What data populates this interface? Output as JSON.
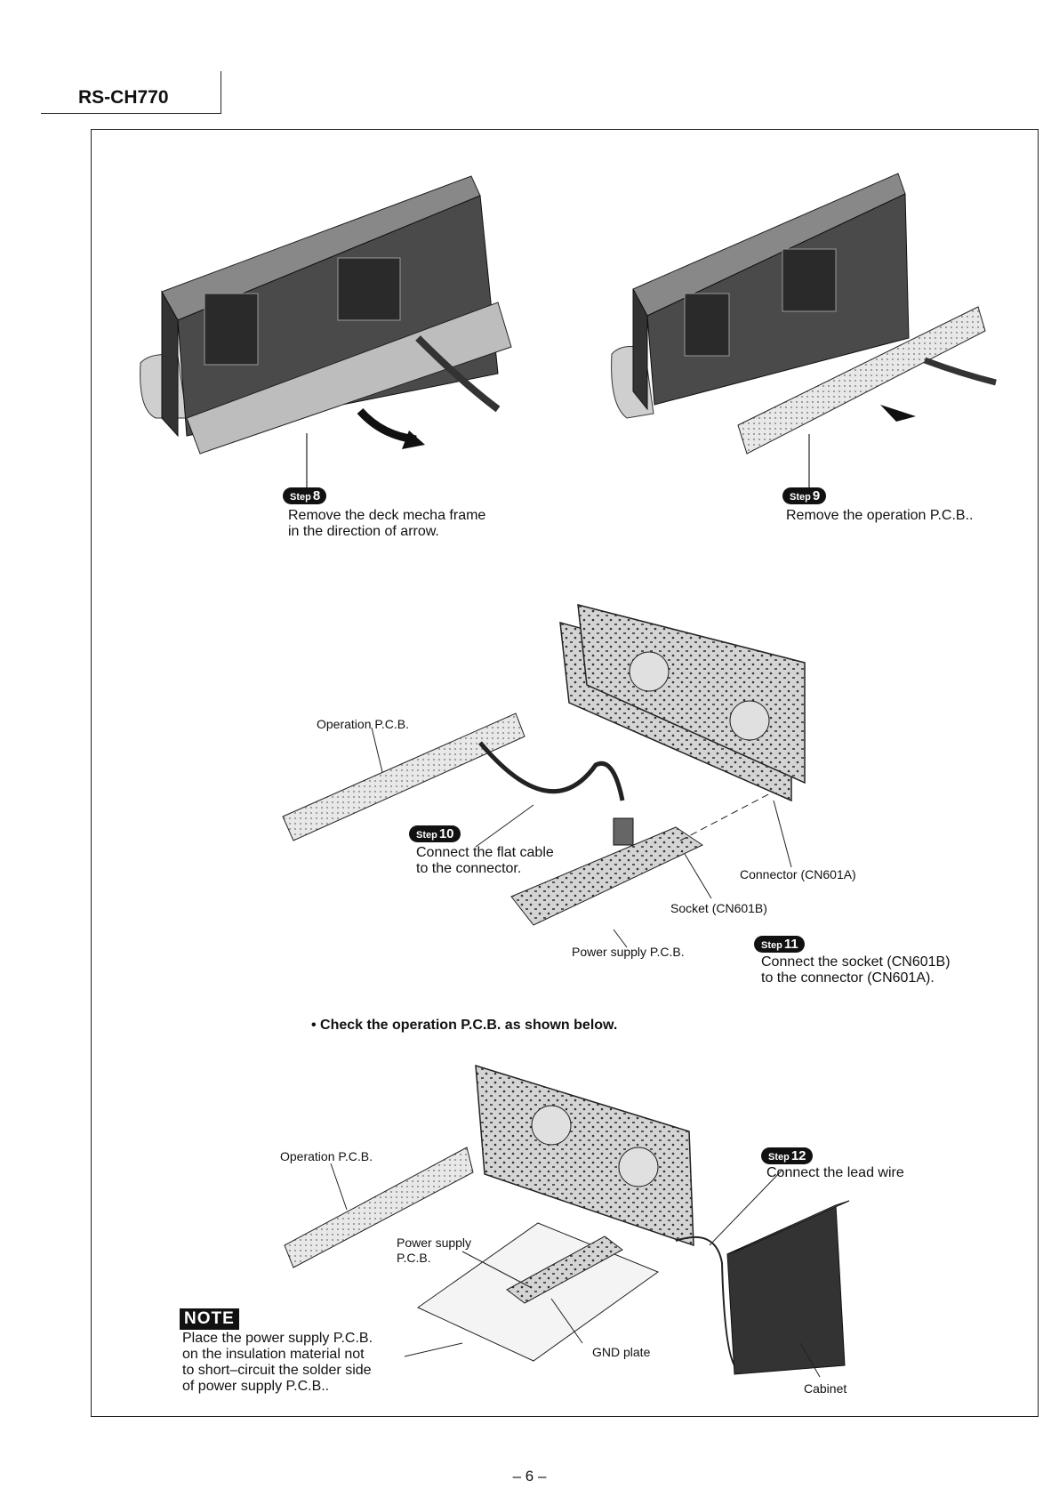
{
  "header": {
    "model": "RS-CH770"
  },
  "steps": {
    "s8": {
      "word": "Step",
      "num": "8",
      "lines": [
        "Remove the deck mecha frame",
        "in the direction of arrow."
      ]
    },
    "s9": {
      "word": "Step",
      "num": "9",
      "lines": [
        "Remove the operation P.C.B.."
      ]
    },
    "s10": {
      "word": "Step",
      "num": "10",
      "lines": [
        "Connect the flat cable",
        "to the connector."
      ]
    },
    "s11": {
      "word": "Step",
      "num": "11",
      "lines": [
        "Connect the socket (CN601B)",
        "to the connector (CN601A)."
      ]
    },
    "s12": {
      "word": "Step",
      "num": "12",
      "lines": [
        "Connect the lead wire"
      ]
    }
  },
  "labels": {
    "operation_pcb_1": "Operation P.C.B.",
    "connector": "Connector (CN601A)",
    "socket": "Socket (CN601B)",
    "power_supply_pcb_1": "Power supply P.C.B.",
    "operation_pcb_2": "Operation P.C.B.",
    "power_supply_pcb_2_a": "Power supply",
    "power_supply_pcb_2_b": "P.C.B.",
    "gnd_plate": "GND plate",
    "cabinet": "Cabinet"
  },
  "check_heading": "• Check the operation P.C.B. as shown below.",
  "note": {
    "badge": "NOTE",
    "lines": [
      "Place the power supply P.C.B.",
      "on the insulation material not",
      "to short–circuit the solder side",
      "of power supply P.C.B.."
    ]
  },
  "page_number": "– 6 –"
}
